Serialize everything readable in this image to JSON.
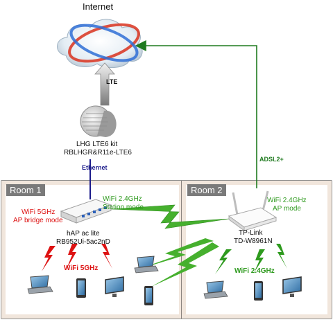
{
  "internet": {
    "label": "Internet"
  },
  "uplink": {
    "label": "LTE"
  },
  "lte_kit": {
    "line1": "LHG LTE6 kit",
    "line2": "RBLHGR&R11e-LTE6"
  },
  "ethernet_link": {
    "label": "Ethernet"
  },
  "adsl_link": {
    "label": "ADSL2+"
  },
  "room1": {
    "title": "Room 1",
    "router": {
      "line1": "hAP ac lite",
      "line2": "RB952Ui-5ac2nD"
    },
    "ap_mode": {
      "line1": "WiFi 5GHz",
      "line2": "AP bridge mode"
    },
    "station_mode": {
      "line1": "WiFi 2.4GHz",
      "line2": "Station mode"
    },
    "band_label": "WiFi 5GHz"
  },
  "room2": {
    "title": "Room 2",
    "router": {
      "line1": "TP-Link",
      "line2": "TD-W8961N"
    },
    "ap_mode": {
      "line1": "WiFi 2.4GHz",
      "line2": "AP mode"
    },
    "band_label": "WiFi 2.4GHz"
  },
  "colors": {
    "wifi5": "#dd1111",
    "wifi24": "#2e9a1e",
    "ethernet": "#1a1a8a",
    "adsl": "#1f7a1f",
    "room_bg": "#f4ebe3"
  }
}
